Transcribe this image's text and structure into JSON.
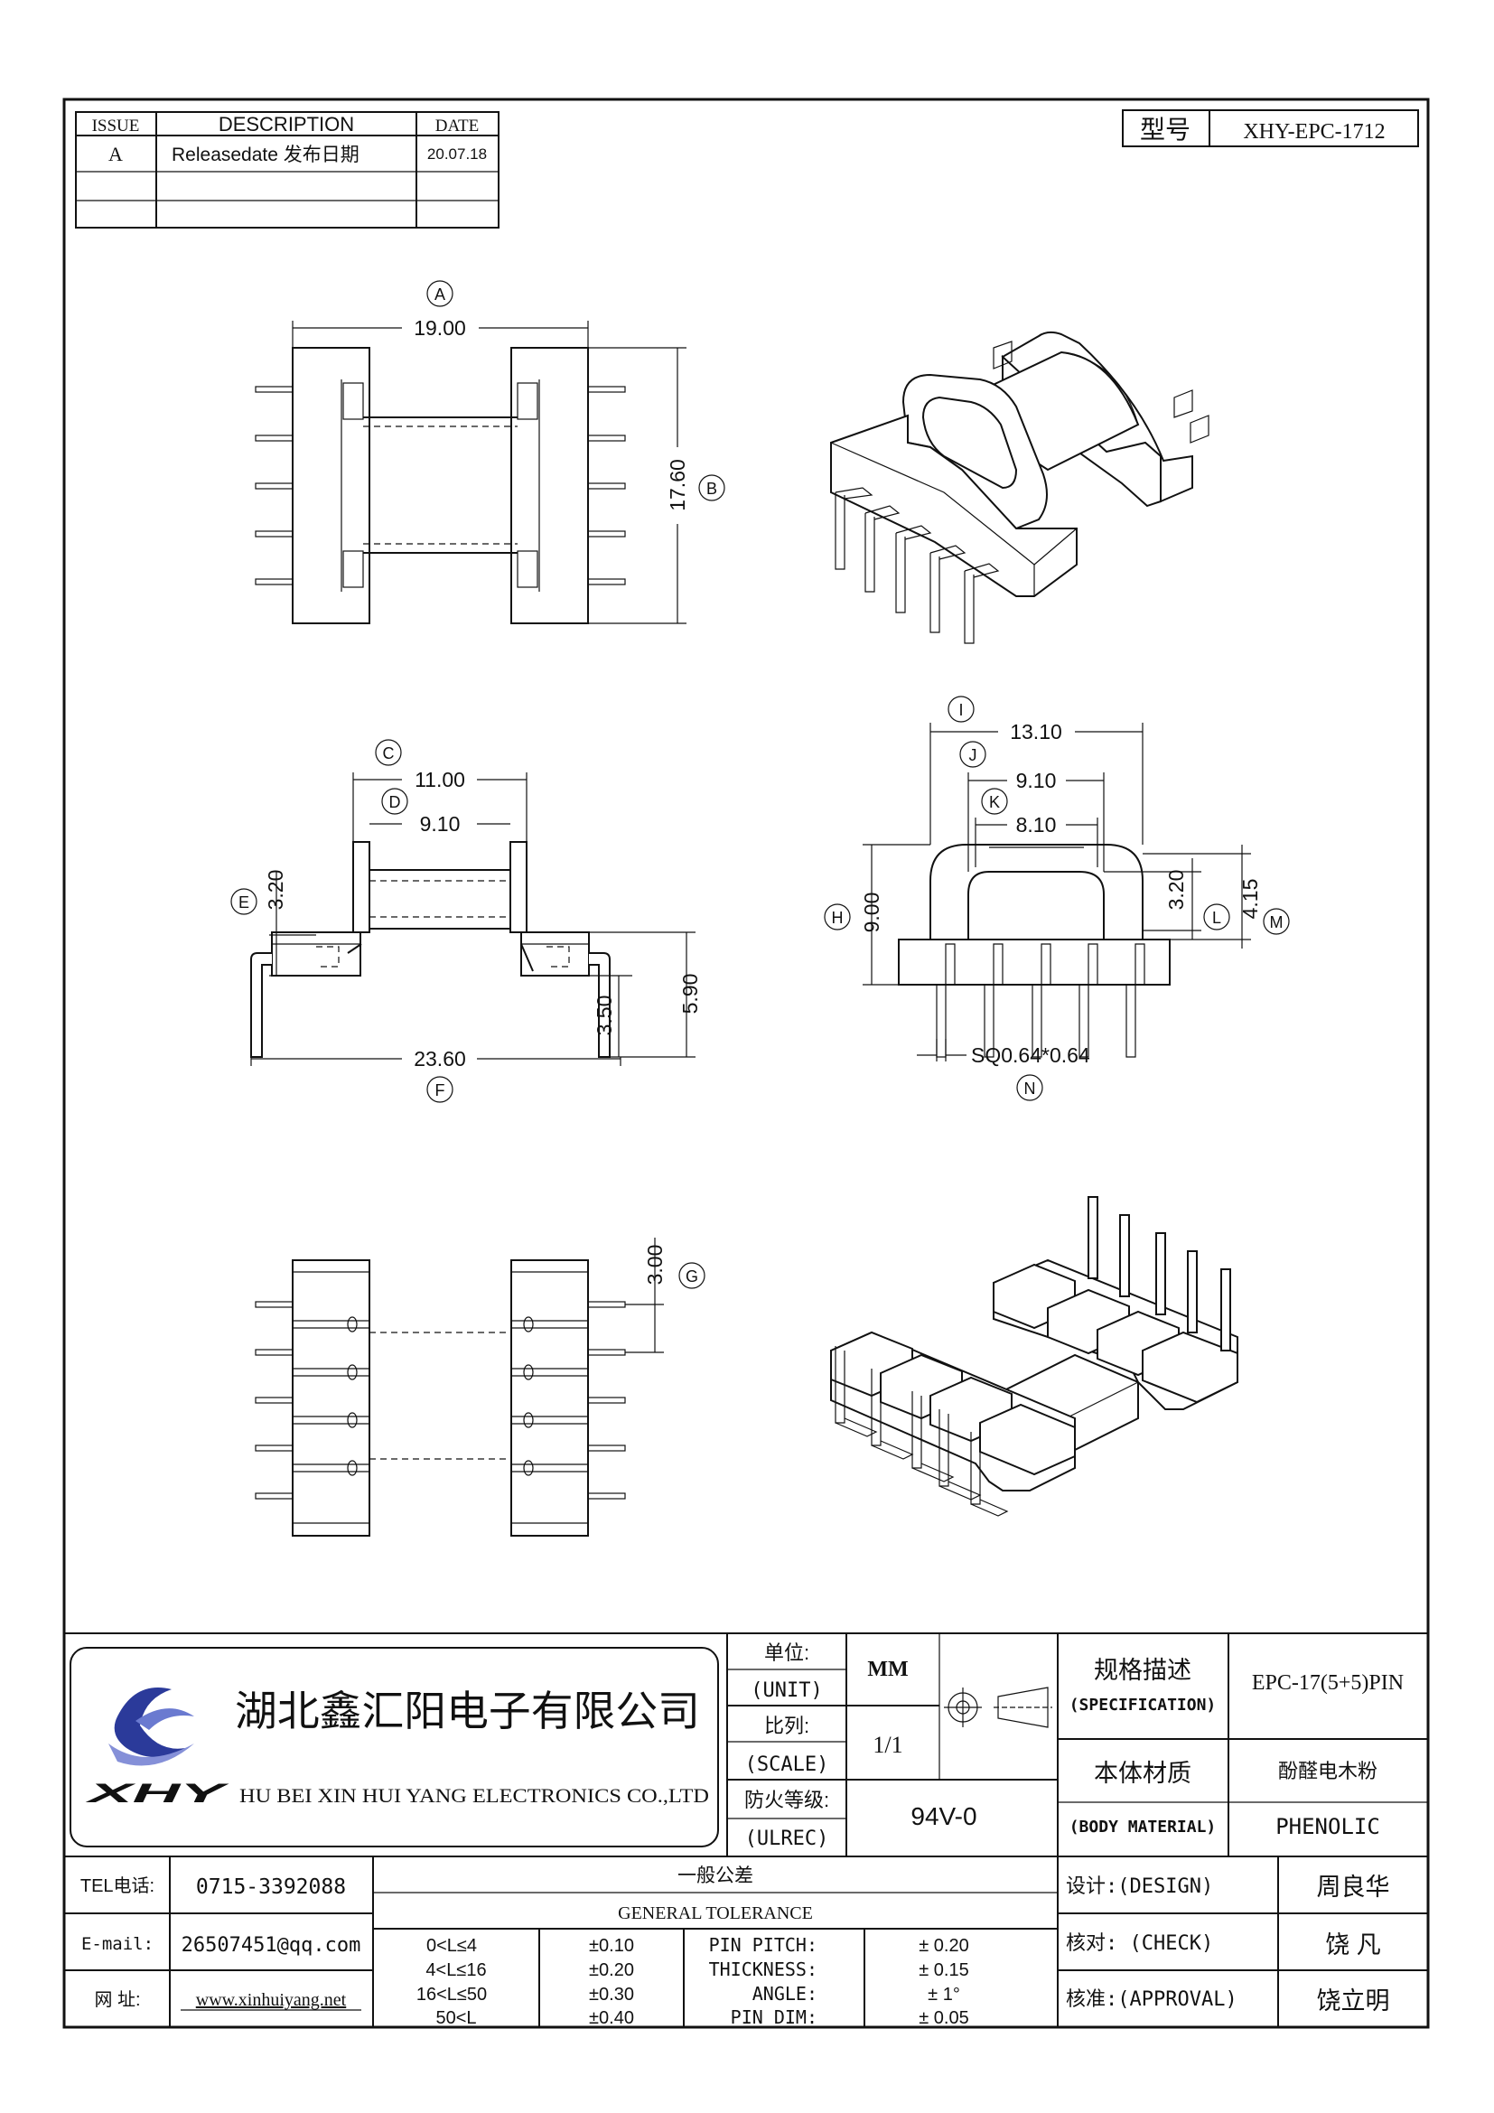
{
  "revision_table": {
    "headers": [
      "ISSUE",
      "DESCRIPTION",
      "DATE"
    ],
    "rows": [
      {
        "issue": "A",
        "description": "Releasedate 发布日期",
        "date": "20.07.18"
      }
    ]
  },
  "model": {
    "label": "型号",
    "value": "XHY-EPC-1712"
  },
  "dimensions": {
    "A": "19.00",
    "B": "17.60",
    "C": "11.00",
    "D": "9.10",
    "E": "3.20",
    "F": "23.60",
    "F_35": "3.50",
    "F_590": "5.90",
    "G": "3.00",
    "I": "13.10",
    "J": "9.10",
    "K": "8.10",
    "H": "9.00",
    "L": "3.20",
    "M": "4.15",
    "N": "SQ0.64*0.64"
  },
  "callouts": [
    "A",
    "B",
    "C",
    "D",
    "E",
    "F",
    "G",
    "H",
    "I",
    "J",
    "K",
    "L",
    "M",
    "N"
  ],
  "company": {
    "name_cn": "湖北鑫汇阳电子有限公司",
    "name_en": "HU BEI XIN HUI YANG ELECTRONICS CO.,LTD",
    "logo_text": "XHY"
  },
  "title_block": {
    "unit_cn": "单位:",
    "unit_en": "(UNIT)",
    "unit_value": "MM",
    "scale_cn": "比列:",
    "scale_en": "(SCALE)",
    "scale_value": "1/1",
    "fire_cn": "防火等级:",
    "fire_en": "(ULREC)",
    "fire_value": "94V-0",
    "spec_cn": "规格描述",
    "spec_en": "(SPECIFICATION)",
    "spec_value": "EPC-17(5+5)PIN",
    "material_cn": "本体材质",
    "material_en": "(BODY MATERIAL)",
    "material_value_cn": "酚醛电木粉",
    "material_value_en": "PHENOLIC"
  },
  "contact": {
    "tel_label": "TEL电话:",
    "tel": "0715-3392088",
    "email_label": "E-mail:",
    "email": "26507451@qq.com",
    "web_label": "网   址:",
    "web": "www.xinhuiyang.net"
  },
  "tolerance": {
    "title_cn": "一般公差",
    "title_en": "GENERAL TOLERANCE",
    "ranges": [
      {
        "range": "0<L≤4",
        "tol": "±0.10"
      },
      {
        "range": "4<L≤16",
        "tol": "±0.20"
      },
      {
        "range": "16<L≤50",
        "tol": "±0.30"
      },
      {
        "range": "50<L",
        "tol": "±0.40"
      }
    ],
    "specs": [
      {
        "name": "PIN PITCH:",
        "tol": "±  0.20"
      },
      {
        "name": "THICKNESS:",
        "tol": "±  0.15"
      },
      {
        "name": "ANGLE:",
        "tol": "±  1°"
      },
      {
        "name": "PIN DIM:",
        "tol": "±  0.05"
      }
    ]
  },
  "approvals": [
    {
      "label": "设计:(DESIGN)",
      "name": "周良华"
    },
    {
      "label": "核对: (CHECK)",
      "name": "饶   凡"
    },
    {
      "label": "核准:(APPROVAL)",
      "name": "饶立明"
    }
  ]
}
